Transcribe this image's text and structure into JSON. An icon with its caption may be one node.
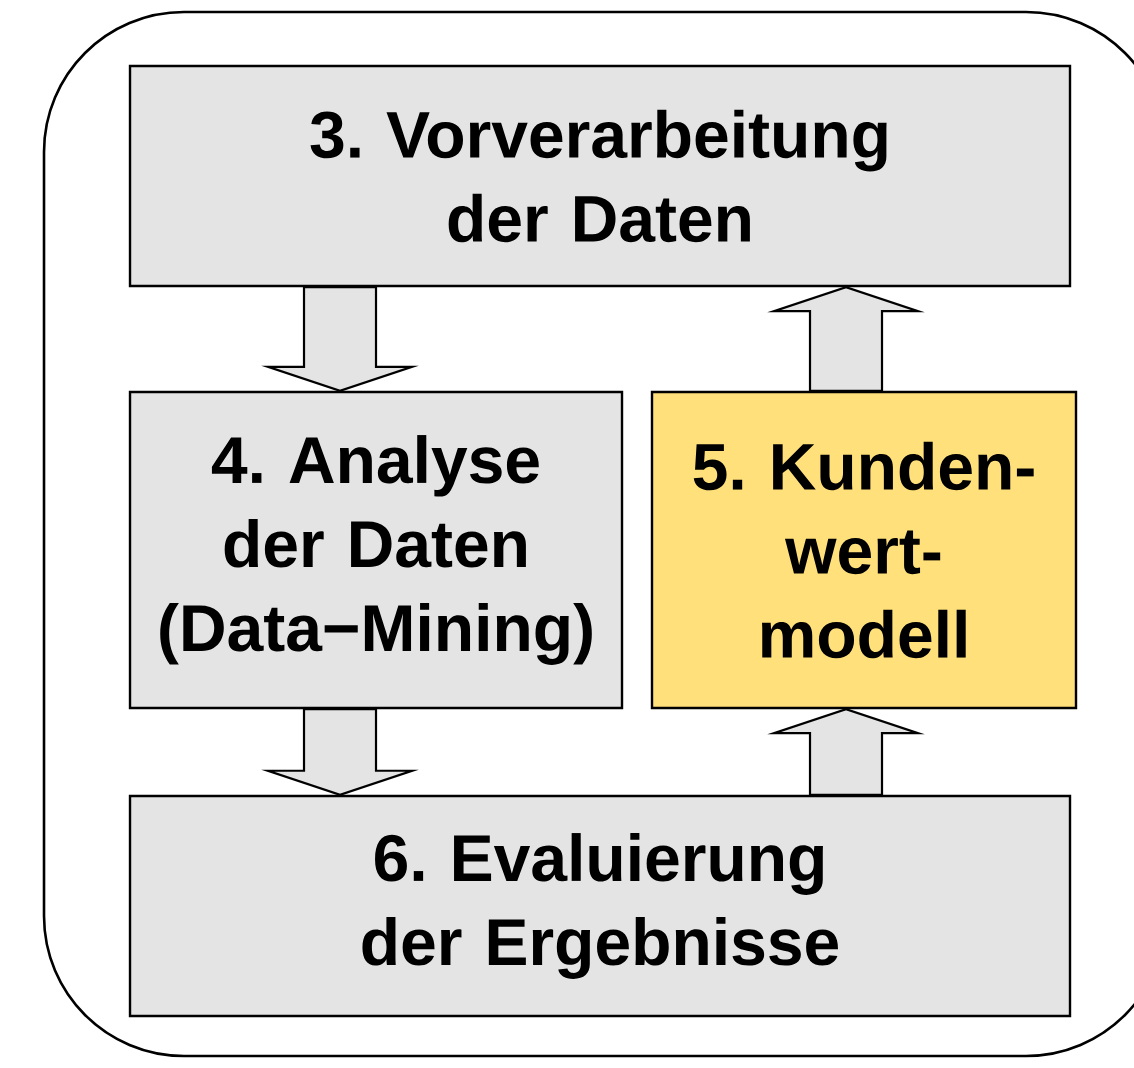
{
  "diagram": {
    "nodes": [
      {
        "text": [],
        "shape": "box"
      },
      {
        "text": [
          "3. Vorverarbeitung der Daten"
        ],
        "in": 0
      },
      {
        "text": [
          "4. Analyse der Daten (Data−Mining)"
        ],
        "in": 0
      },
      {
        "text": [
          "5. Kunden- wert- modell"
        ],
        "in": 0
      },
      {
        "text": [
          "6. Evaluierung der Ergebnisse"
        ],
        "in": 0
      }
    ],
    "edges": [
      {
        "from": 1,
        "to": 2,
        "arrow": "to"
      },
      {
        "from": 2,
        "to": 4,
        "arrow": "to"
      },
      {
        "from": 4,
        "to": 3,
        "arrow": "to"
      },
      {
        "from": 3,
        "to": 1,
        "arrow": "to"
      }
    ]
  }
}
